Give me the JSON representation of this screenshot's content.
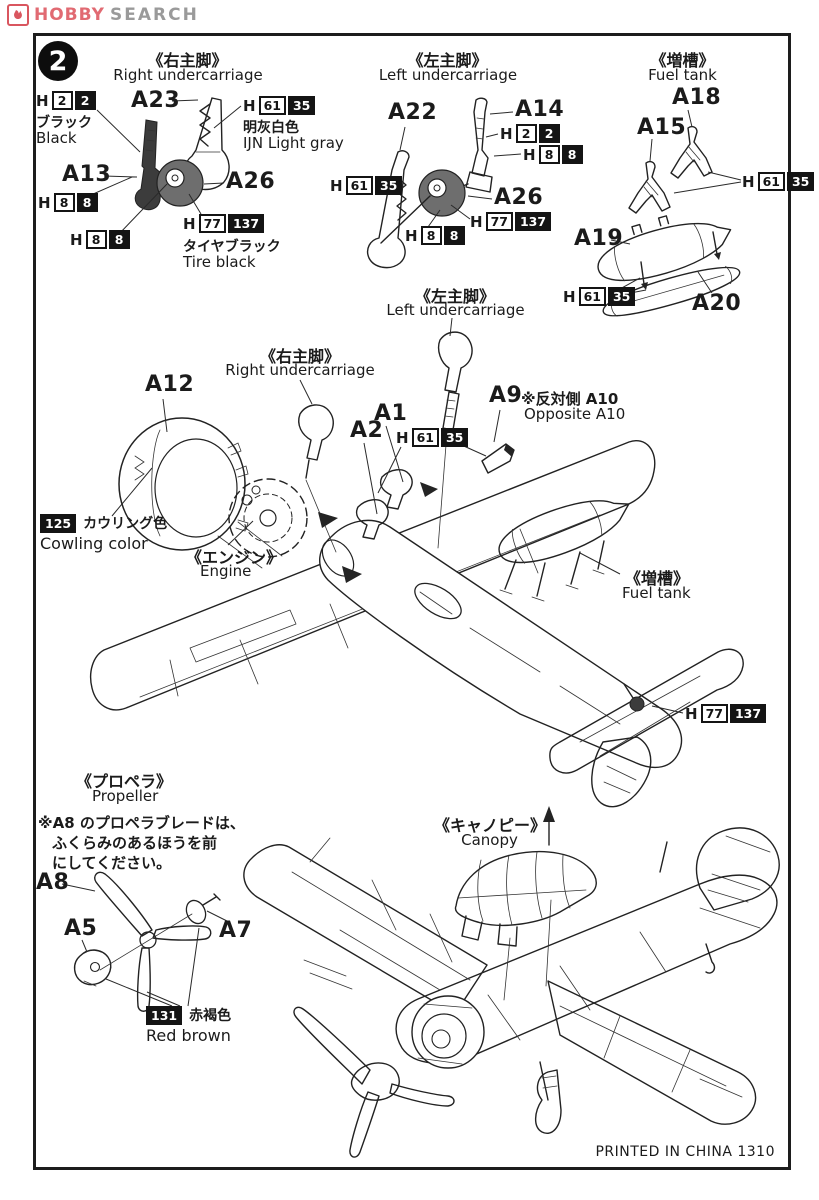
{
  "brand": {
    "hobby": "HOBBY",
    "search": "SEARCH"
  },
  "step": {
    "number": "2"
  },
  "right_uc": {
    "title_jp": "《右主脚》",
    "title_en": "Right undercarriage",
    "part_a23": "A23",
    "part_a13": "A13",
    "part_a26": "A26",
    "chip_black": {
      "h": "H",
      "w": "2",
      "b": "2",
      "jp": "ブラック",
      "en": "Black"
    },
    "chip_gray": {
      "h": "H",
      "w": "61",
      "b": "35",
      "jp": "明灰白色",
      "en": "IJN Light gray"
    },
    "chip_silver_top": {
      "h": "H",
      "w": "8",
      "b": "8"
    },
    "chip_silver_bottom": {
      "h": "H",
      "w": "8",
      "b": "8"
    },
    "chip_tire": {
      "h": "H",
      "w": "77",
      "b": "137",
      "jp": "タイヤブラック",
      "en": "Tire black"
    }
  },
  "left_uc": {
    "title_jp": "《左主脚》",
    "title_en": "Left undercarriage",
    "part_a22": "A22",
    "part_a14": "A14",
    "part_a26": "A26",
    "chip_black": {
      "h": "H",
      "w": "2",
      "b": "2"
    },
    "chip_silver_top": {
      "h": "H",
      "w": "8",
      "b": "8"
    },
    "chip_gray": {
      "h": "H",
      "w": "61",
      "b": "35"
    },
    "chip_tire": {
      "h": "H",
      "w": "77",
      "b": "137"
    },
    "chip_silver_bottom": {
      "h": "H",
      "w": "8",
      "b": "8"
    }
  },
  "fuel_tank": {
    "title_jp": "《増槽》",
    "title_en": "Fuel tank",
    "part_a18": "A18",
    "part_a15": "A15",
    "part_a19": "A19",
    "part_a20": "A20",
    "chip_gray_right": {
      "h": "H",
      "w": "61",
      "b": "35"
    },
    "chip_gray_bottom": {
      "h": "H",
      "w": "61",
      "b": "35"
    }
  },
  "assembly": {
    "left_uc_jp": "《左主脚》",
    "left_uc_en": "Left undercarriage",
    "right_uc_jp": "《右主脚》",
    "right_uc_en": "Right undercarriage",
    "part_a12": "A12",
    "part_a1": "A1",
    "part_a2": "A2",
    "part_a9": "A9",
    "a9_note_jp": "※反対側 A10",
    "a9_note_en": "Opposite A10",
    "chip_gray": {
      "h": "H",
      "w": "61",
      "b": "35"
    },
    "chip_cowling": {
      "b": "125",
      "jp": "カウリング色",
      "en": "Cowling color"
    },
    "engine_jp": "《エンジン》",
    "engine_en": "Engine",
    "fuel_tank_jp": "《増槽》",
    "fuel_tank_en": "Fuel tank",
    "chip_tire": {
      "h": "H",
      "w": "77",
      "b": "137"
    }
  },
  "propeller": {
    "title_jp": "《プロペラ》",
    "title_en": "Propeller",
    "note_line1": "※A8 のプロペラブレードは、",
    "note_line2": "ふくらみのあるほうを前",
    "note_line3": "にしてください。",
    "part_a8": "A8",
    "part_a5": "A5",
    "part_a7": "A7",
    "chip_redbrown": {
      "b": "131",
      "jp": "赤褐色",
      "en": "Red brown"
    }
  },
  "canopy": {
    "title_jp": "《キャノピー》",
    "title_en": "Canopy"
  },
  "footer": {
    "printed": "PRINTED IN CHINA 1310"
  }
}
